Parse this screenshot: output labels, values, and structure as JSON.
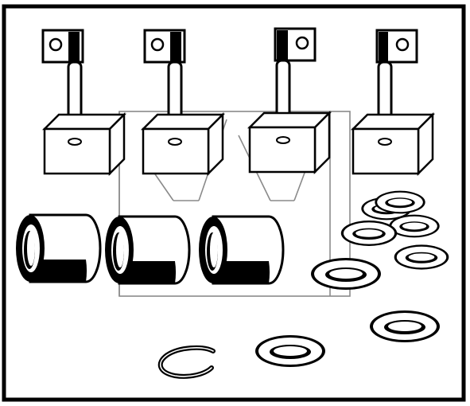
{
  "figure": {
    "kind": "parts-kit-line-drawing",
    "background": "#ffffff",
    "ink": "#000000",
    "overlay_line_color": "#8a8a8a"
  },
  "parts": {
    "carbon_brushes": {
      "count": 4,
      "icon": "carbon-brush-with-terminal-icon"
    },
    "bushings": {
      "count": 3,
      "icon": "bushing-sleeve-icon"
    },
    "flat_washers": {
      "count": 8,
      "icon": "flat-washer-icon"
    },
    "retaining_clips": {
      "count": 1,
      "icon": "snap-ring-icon"
    }
  }
}
